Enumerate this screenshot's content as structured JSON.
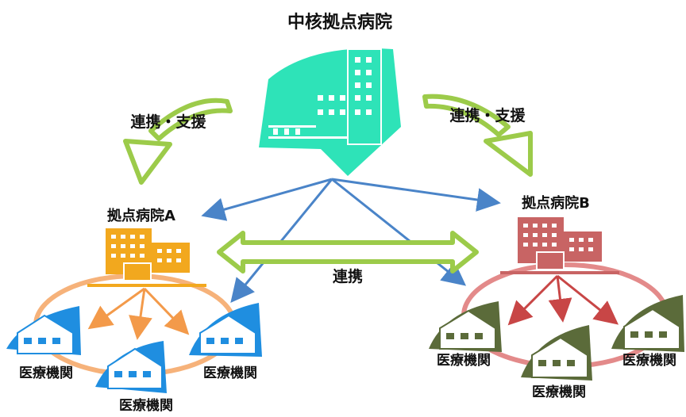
{
  "title": "中核拠点病院",
  "labels": {
    "support_left": "連携・支援",
    "support_right": "連携・支援",
    "hospital_a": "拠点病院A",
    "hospital_b": "拠点病院B",
    "link": "連携",
    "clinic_a1": "医療機関",
    "clinic_a2": "医療機関",
    "clinic_a3": "医療機関",
    "clinic_b1": "医療機関",
    "clinic_b2": "医療機関",
    "clinic_b3": "医療機関"
  },
  "colors": {
    "core_hospital": "#2ee3b8",
    "hospital_a": "#f2a81e",
    "hospital_b": "#c86464",
    "clinic_a": "#1f8ee0",
    "clinic_b": "#5b6b3a",
    "green_arrow": "#9ccb4a",
    "blue_arrow": "#4a84c8",
    "orange_ring": "#f6b27a",
    "red_ring": "#e38a8a"
  },
  "icons": {
    "core": "hospital-building-icon",
    "clinic": "house-icon"
  }
}
